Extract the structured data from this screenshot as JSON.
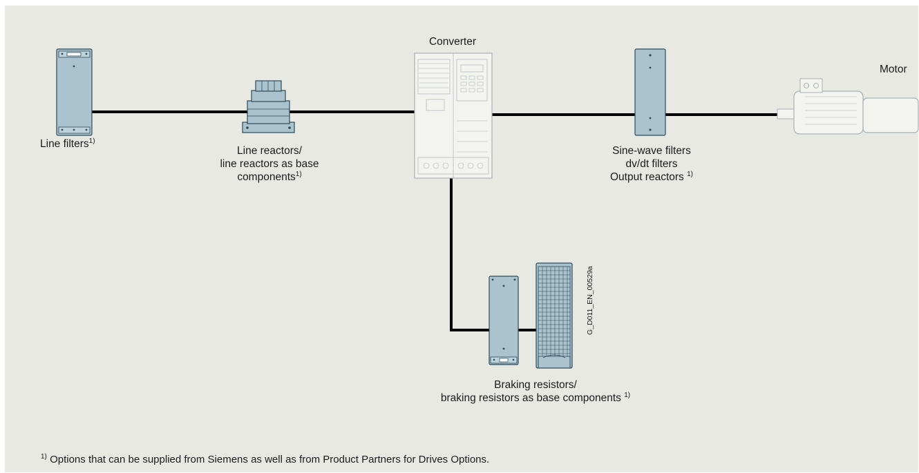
{
  "colors": {
    "background": "#e9e9e4",
    "component_fill": "#aac3cf",
    "component_stroke": "#2d4a57",
    "line": "#000000"
  },
  "components": {
    "line_filters": {
      "label": "Line filters",
      "note": "1)"
    },
    "line_reactors": {
      "label_line1": "Line reactors/",
      "label_line2": "line reactors as base",
      "label_line3": "components",
      "note": "1)"
    },
    "converter": {
      "label": "Converter"
    },
    "output_filters": {
      "label_line1": "Sine-wave filters",
      "label_line2": "dv/dt filters",
      "label_line3": "Output reactors",
      "note": "1)"
    },
    "motor": {
      "label": "Motor"
    },
    "braking_resistors": {
      "label_line1": "Braking resistors/",
      "label_line2": "braking resistors as base components",
      "note": "1)"
    }
  },
  "figure_code": "G_D011_EN_00529a",
  "footnote": {
    "mark": "1)",
    "text": "Options that can be supplied from Siemens as well as from Product Partners for Drives Options."
  }
}
